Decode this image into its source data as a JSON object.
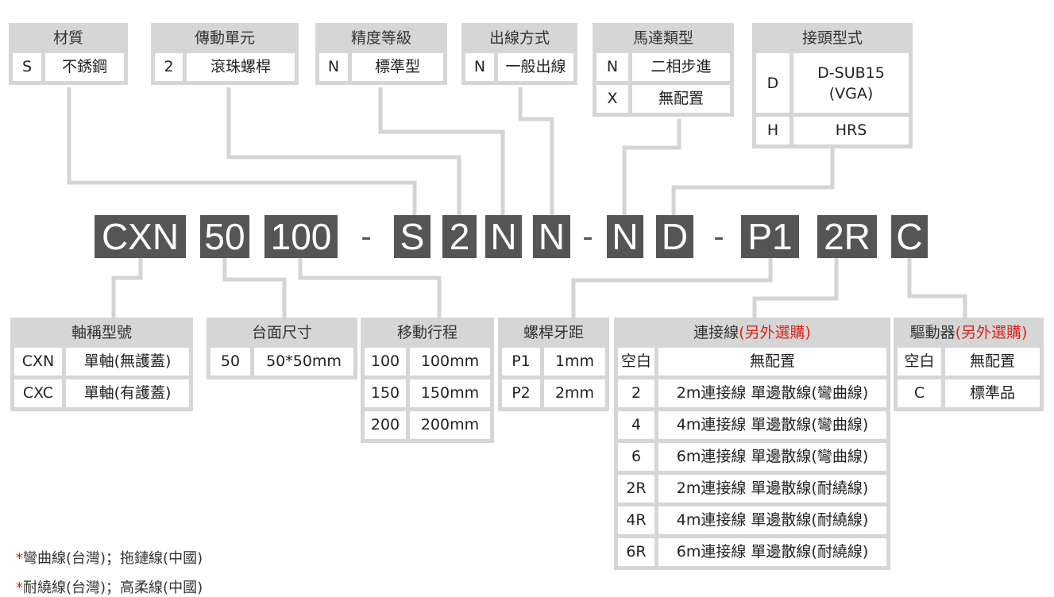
{
  "top_groups": {
    "material": {
      "title": "材質",
      "rows": [
        [
          "S",
          "不銹鋼"
        ]
      ]
    },
    "drive_unit": {
      "title": "傳動單元",
      "rows": [
        [
          "2",
          "滾珠螺桿"
        ]
      ]
    },
    "precision": {
      "title": "精度等級",
      "rows": [
        [
          "N",
          "標準型"
        ]
      ]
    },
    "cable_out": {
      "title": "出線方式",
      "rows": [
        [
          "N",
          "一般出線"
        ]
      ]
    },
    "motor_type": {
      "title": "馬達類型",
      "rows": [
        [
          "N",
          "二相步進"
        ],
        [
          "X",
          "無配置"
        ]
      ]
    },
    "connector": {
      "title": "接頭型式",
      "rows": [
        [
          "D",
          "D-SUB15",
          "(VGA)"
        ],
        [
          "H",
          "HRS"
        ]
      ]
    }
  },
  "model_code": {
    "segments": [
      "CXN",
      "50",
      "100",
      "S",
      "2",
      "N",
      "N",
      "N",
      "D",
      "P1",
      "2R",
      "C"
    ],
    "dash": "-"
  },
  "bottom_groups": {
    "model_name": {
      "title": "軸稱型號",
      "rows": [
        [
          "CXN",
          "單軸(無護蓋)"
        ],
        [
          "CXC",
          "單軸(有護蓋)"
        ]
      ]
    },
    "table_size": {
      "title": "台面尺寸",
      "rows": [
        [
          "50",
          "50*50mm"
        ]
      ]
    },
    "stroke": {
      "title": "移動行程",
      "rows": [
        [
          "100",
          "100mm"
        ],
        [
          "150",
          "150mm"
        ],
        [
          "200",
          "200mm"
        ]
      ]
    },
    "screw_lead": {
      "title": "螺桿牙距",
      "rows": [
        [
          "P1",
          "1mm"
        ],
        [
          "P2",
          "2mm"
        ]
      ]
    },
    "cable": {
      "title": "連接線",
      "optional": "(另外選購)",
      "rows": [
        [
          "空白",
          "無配置"
        ],
        [
          "2",
          "2m連接線 單邊散線(彎曲線)"
        ],
        [
          "4",
          "4m連接線 單邊散線(彎曲線)"
        ],
        [
          "6",
          "6m連接線 單邊散線(彎曲線)"
        ],
        [
          "2R",
          "2m連接線 單邊散線(耐繞線)"
        ],
        [
          "4R",
          "4m連接線 單邊散線(耐繞線)"
        ],
        [
          "6R",
          "6m連接線 單邊散線(耐繞線)"
        ]
      ]
    },
    "driver": {
      "title": "驅動器",
      "optional": "(另外選購)",
      "rows": [
        [
          "空白",
          "無配置"
        ],
        [
          "C",
          "標準品"
        ]
      ]
    }
  },
  "notes": [
    {
      "star": "*",
      "text": "彎曲線(台灣)；拖鏈線(中國)"
    },
    {
      "star": "*",
      "text": "耐繞線(台灣)；高柔線(中國)"
    }
  ],
  "colors": {
    "panel": "#d6d6d6",
    "code_bg": "#555555",
    "connector": "#d6d6d6",
    "optional_text": "#d9251c"
  }
}
